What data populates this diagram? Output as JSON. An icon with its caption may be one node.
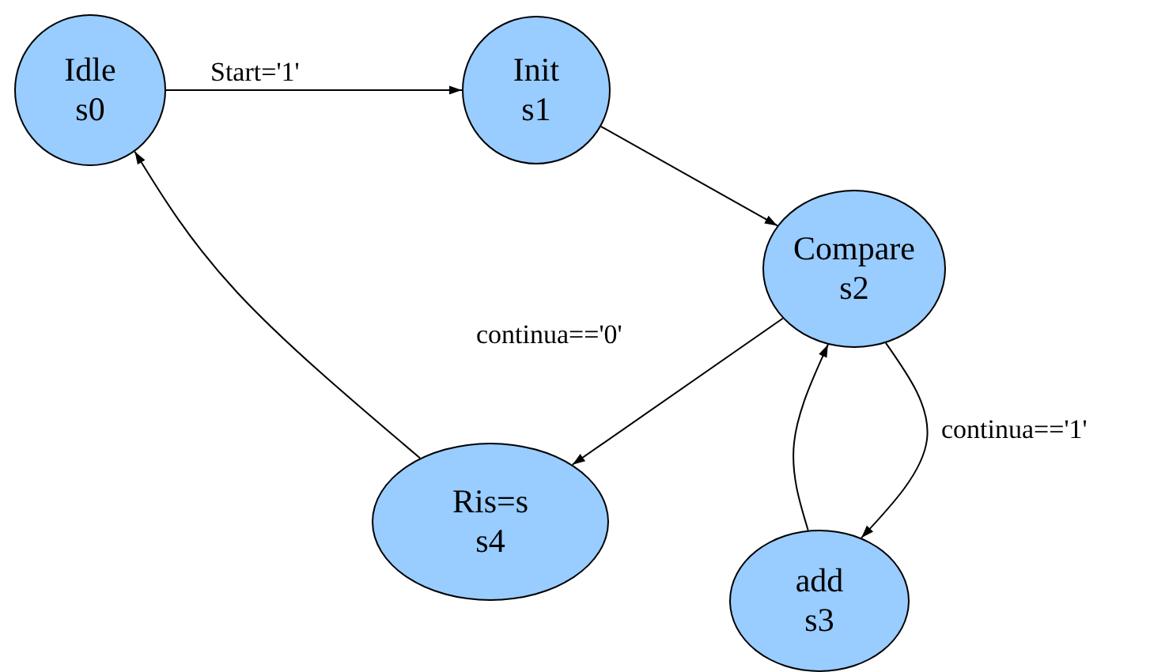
{
  "diagram": {
    "nodes": [
      {
        "text": [
          "Idle",
          "s0"
        ]
      },
      {
        "text": [
          "Init",
          "s1"
        ]
      },
      {
        "text": [
          "Compare",
          "s2"
        ]
      },
      {
        "text": [
          "add",
          "s3"
        ]
      },
      {
        "text": [
          "Ris=s",
          "s4"
        ]
      }
    ],
    "edges": [
      {
        "from": 0,
        "to": 1,
        "arrow": "to",
        "label": "Start='1'"
      },
      {
        "from": 1,
        "to": 2,
        "arrow": "to"
      },
      {
        "from": 2,
        "to": 4,
        "arrow": "to",
        "label": "continua=='0'"
      },
      {
        "from": 2,
        "to": 3,
        "arrow": "to",
        "label": "continua=='1'"
      },
      {
        "from": 3,
        "to": 2,
        "arrow": "to"
      },
      {
        "from": 4,
        "to": 0,
        "arrow": "to"
      }
    ]
  }
}
